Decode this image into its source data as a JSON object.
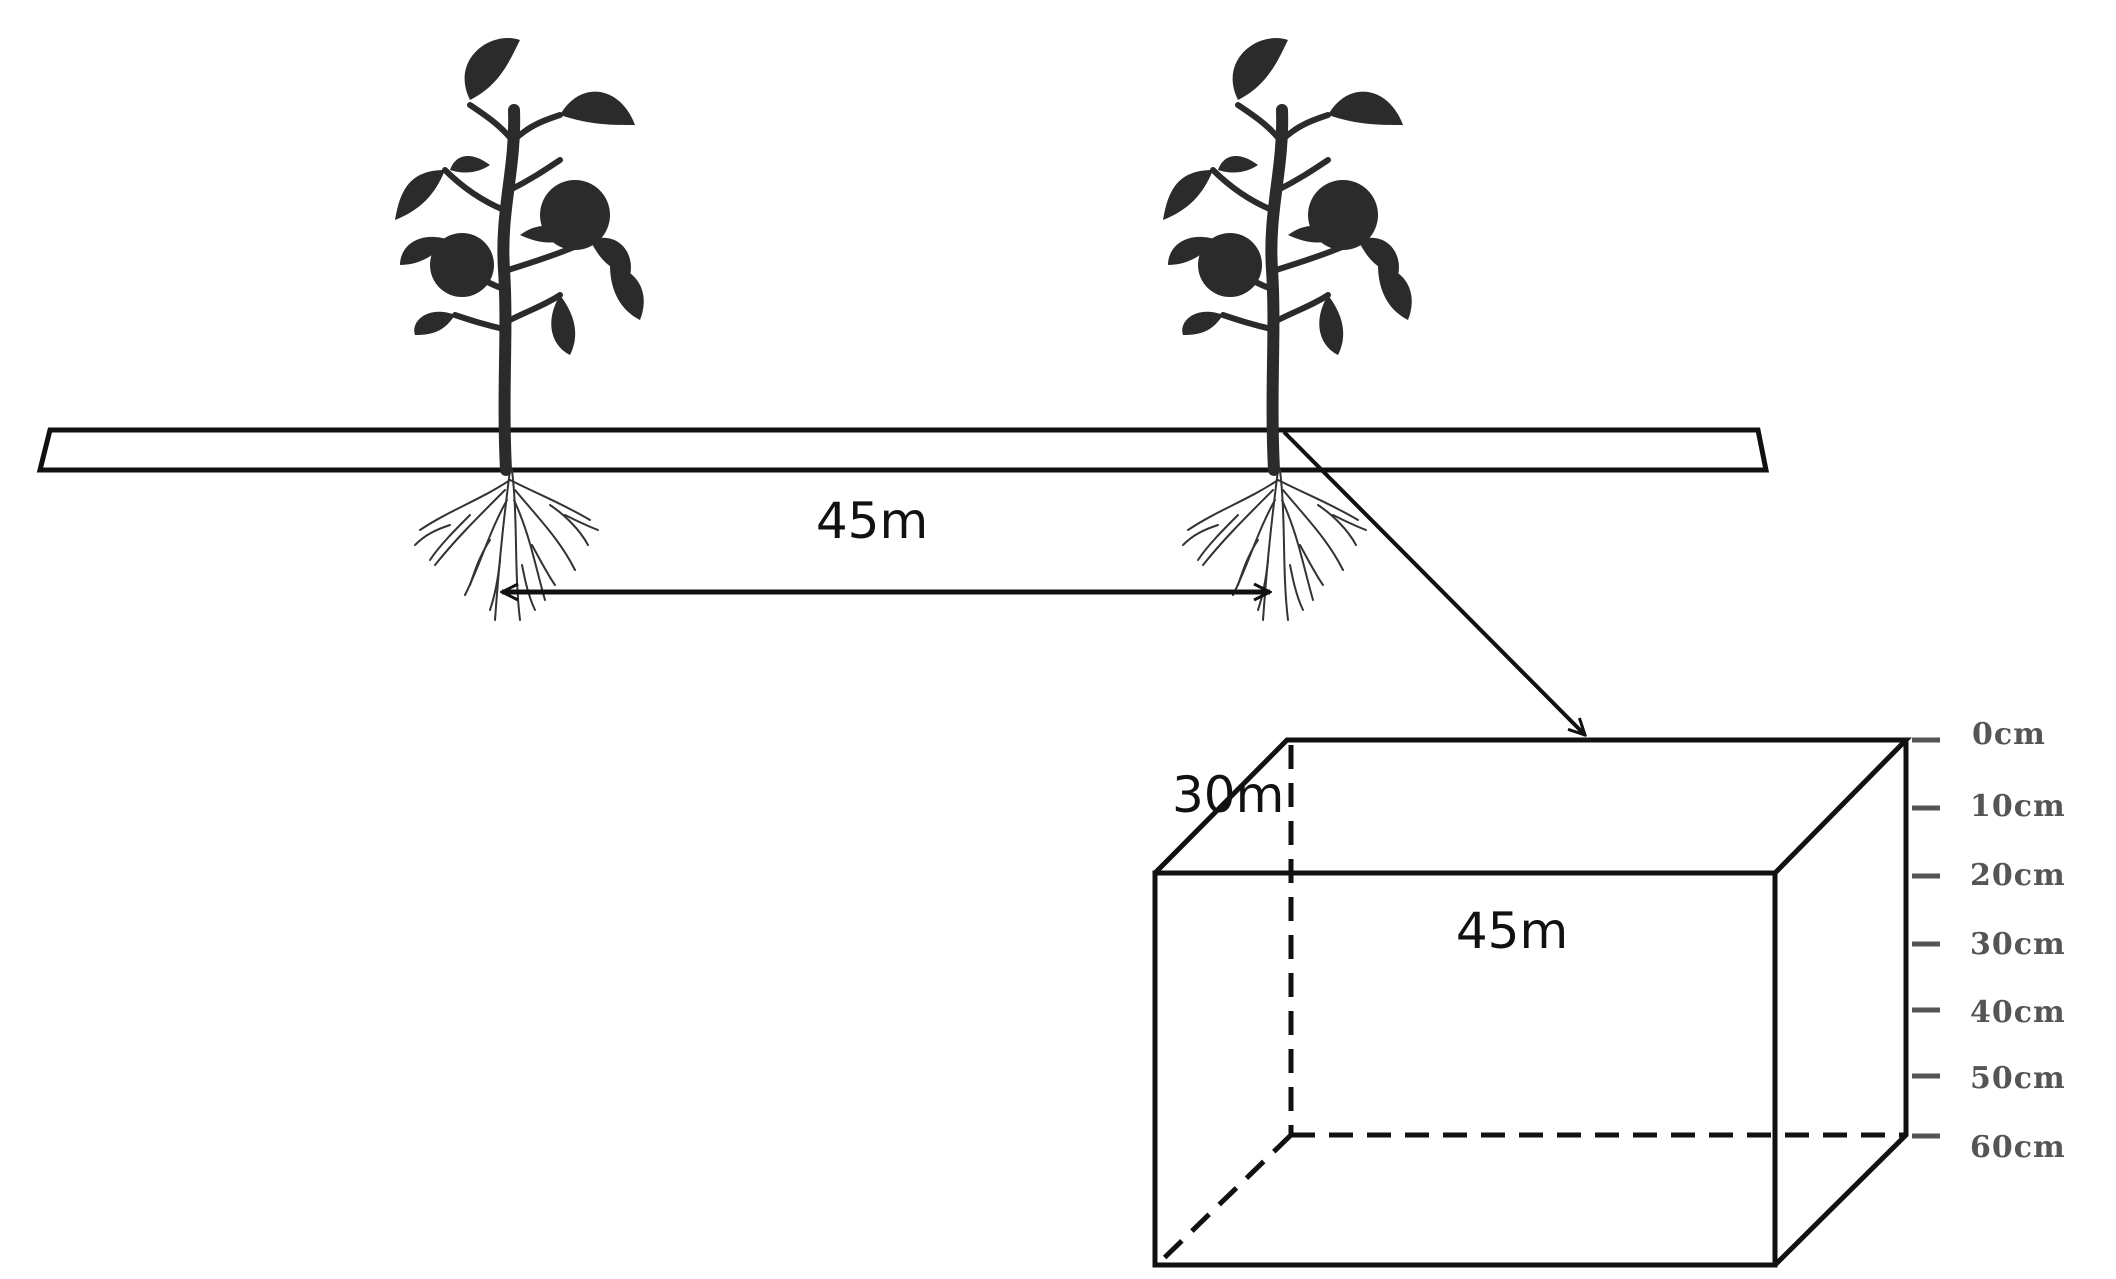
{
  "labels": {
    "plant_spacing": "45m",
    "box_depth": "30m",
    "box_width": "45m"
  },
  "depth_scale": [
    "0cm",
    "10cm",
    "20cm",
    "30cm",
    "40cm",
    "50cm",
    "60cm"
  ],
  "colors": {
    "ink": "#111111",
    "plant": "#2b2b2b",
    "scale_text": "#555555"
  },
  "icons": {
    "plant_left": "tomato-plant-icon",
    "plant_right": "tomato-plant-icon"
  }
}
